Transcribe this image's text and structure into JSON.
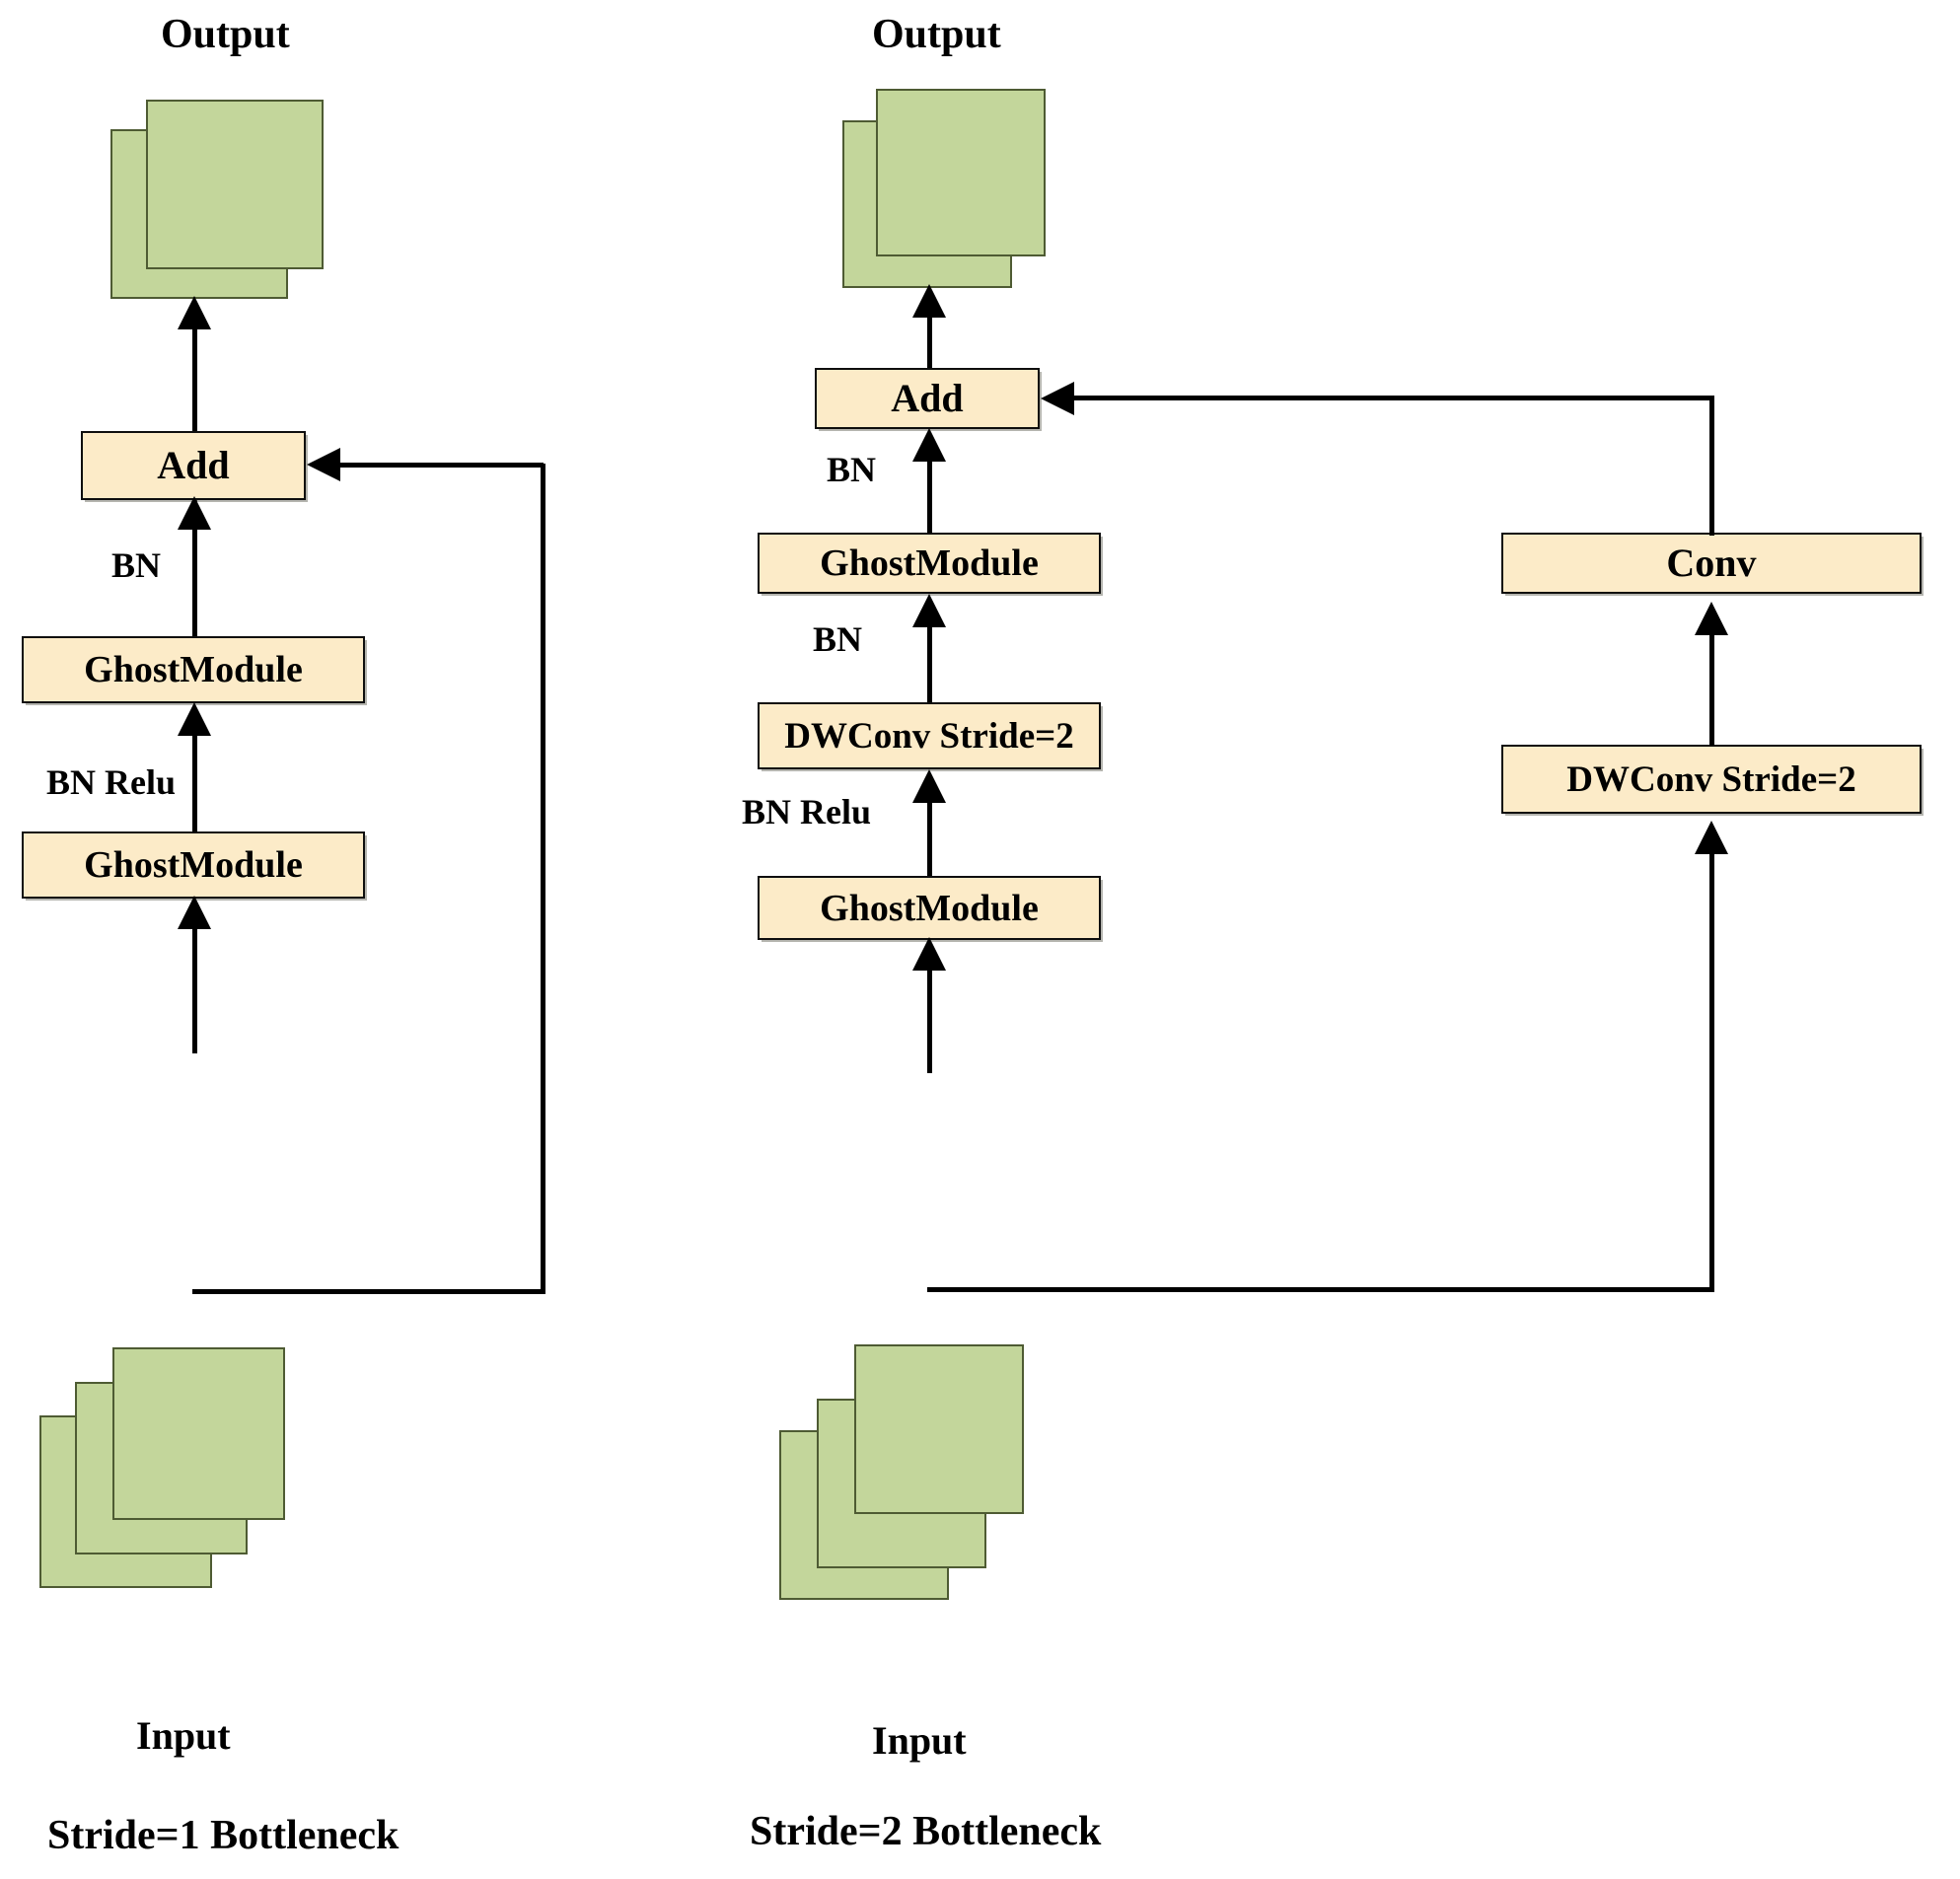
{
  "diagram": {
    "title_left": "Stride=1 Bottleneck",
    "title_right": "Stride=2 Bottleneck",
    "colors": {
      "box_fill": "#FCEBC8",
      "box_stroke": "#0E0E0E",
      "sheet_fill": "#C3D69B",
      "sheet_stroke": "#4E5B33",
      "connector": "#000000",
      "background": "#FFFFFF"
    }
  },
  "left_panel": {
    "caption": "Stride=1 Bottleneck",
    "output_label": "Output",
    "input_label": "Input",
    "nodes": [
      {
        "id": "add",
        "label": "Add"
      },
      {
        "id": "ghost_top",
        "label": "GhostModule"
      },
      {
        "id": "ghost_bottom",
        "label": "GhostModule"
      }
    ],
    "edge_labels": [
      {
        "id": "bn",
        "label": "BN"
      },
      {
        "id": "bn_relu",
        "label": "BN Relu"
      }
    ],
    "output_sheets": 2,
    "input_sheets": 3
  },
  "right_panel": {
    "caption": "Stride=2 Bottleneck",
    "output_label": "Output",
    "input_label": "Input",
    "main_branch_nodes": [
      {
        "id": "add",
        "label": "Add"
      },
      {
        "id": "ghost_top",
        "label": "GhostModule"
      },
      {
        "id": "dwconv",
        "label": "DWConv Stride=2"
      },
      {
        "id": "ghost_bottom",
        "label": "GhostModule"
      }
    ],
    "shortcut_branch_nodes": [
      {
        "id": "conv",
        "label": "Conv"
      },
      {
        "id": "dwconv_shortcut",
        "label": "DWConv Stride=2"
      }
    ],
    "edge_labels": [
      {
        "id": "bn_add",
        "label": "BN"
      },
      {
        "id": "bn_ghost",
        "label": "BN"
      },
      {
        "id": "bn_relu",
        "label": "BN Relu"
      }
    ],
    "output_sheets": 2,
    "input_sheets": 3
  }
}
